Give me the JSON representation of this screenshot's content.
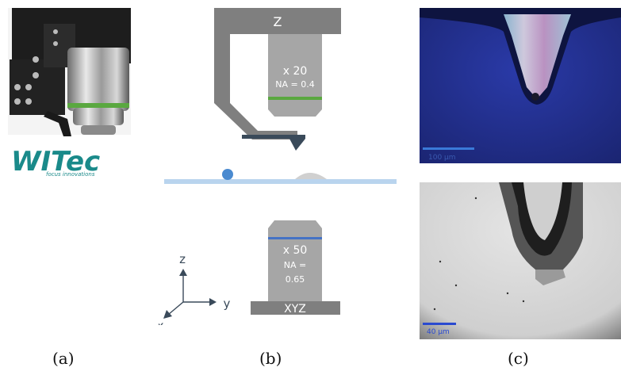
{
  "panel_a": {
    "logo_text": "WITec",
    "logo_tagline": "focus innovations"
  },
  "panel_b": {
    "z_stage_label": "Z",
    "top_objective_mag": "x 20",
    "top_objective_na": "NA = 0.4",
    "bottom_objective_mag": "x 50",
    "bottom_objective_na_line1": "NA =",
    "bottom_objective_na_line2": "0.65",
    "xyz_stage_label": "XYZ",
    "axis_z": "z",
    "axis_y": "y",
    "axis_x": "x"
  },
  "panel_c": {
    "top_scalebar_label": "100 µm",
    "bottom_scalebar_label": "40 µm"
  },
  "captions": {
    "a": "(a)",
    "b": "(b)",
    "c": "(c)"
  },
  "colors": {
    "stage_gray": "#7f7f7f",
    "objective_gray": "#a6a6a6",
    "tip_dark": "#3a4a5a",
    "sample_blue": "#b9d4ee",
    "bead_blue": "#4a8ad0",
    "top_ring_green": "#5aa840",
    "bottom_ring_blue": "#4472c4",
    "logo_teal": "#1a8a8a"
  }
}
